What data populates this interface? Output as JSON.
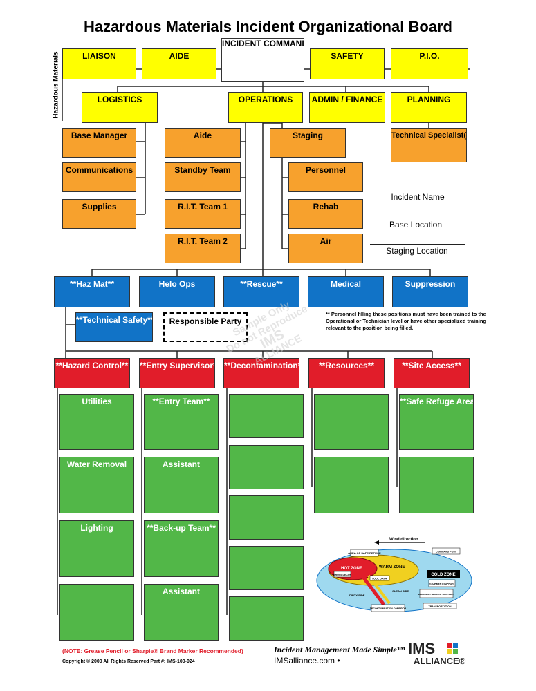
{
  "title": "Hazardous Materials Incident Organizational Board",
  "side_label": "Hazardous Materials",
  "command": {
    "incident_command": "INCIDENT COMMAND",
    "liaison": "LIAISON",
    "aide": "AIDE",
    "safety": "SAFETY",
    "pio": "P.I.O."
  },
  "sections": {
    "logistics": "LOGISTICS",
    "operations": "OPERATIONS",
    "admin_finance": "ADMIN / FINANCE",
    "planning": "PLANNING"
  },
  "logistics_units": [
    "Base Manager",
    "Communications",
    "Supplies"
  ],
  "operations_units": [
    "Aide",
    "Standby Team",
    "R.I.T. Team 1",
    "R.I.T. Team 2"
  ],
  "staging": {
    "label": "Staging",
    "units": [
      "Personnel",
      "Rehab",
      "Air"
    ]
  },
  "planning_units": [
    "Technical Specialist(s)"
  ],
  "fields": [
    "Incident Name",
    "Base Location",
    "Staging Location"
  ],
  "branches": [
    "**Haz Mat**",
    "Helo Ops",
    "**Rescue**",
    "Medical",
    "Suppression"
  ],
  "technical_safety": "**Technical Safety**",
  "responsible_party": "Responsible Party",
  "note": "** Personnel filling these positions must have been trained to the Operational or Technician level or have other specialized training relevant to the position being filled.",
  "watermark": [
    "Sample Only",
    "Do not Reproduce",
    "IMS",
    "ALLIANCE"
  ],
  "groups": [
    "**Hazard Control**",
    "**Entry Supervisor**",
    "**Decontamination**",
    "**Resources**",
    "**Site Access**"
  ],
  "hazard_control_units": [
    "Utilities",
    "Water Removal",
    "Lighting",
    ""
  ],
  "entry_units": [
    "**Entry Team**",
    "Assistant",
    "**Back-up Team**",
    "Assistant"
  ],
  "decon_units": [
    "",
    "",
    "",
    "",
    ""
  ],
  "resources_units": [
    "",
    ""
  ],
  "site_access_units": [
    "**Safe Refuge Area**",
    ""
  ],
  "zone_map": {
    "wind": "Wind direction",
    "area_safe_refuge": "AREA OF SAFE REFUGE",
    "hot_zone": "HOT ZONE",
    "warm_zone": "WARM ZONE",
    "cold_zone": "COLD ZONE",
    "gross_decon": "GROSS DECON",
    "tool_drop": "TOOL DROP",
    "clean_side": "CLEAN SIDE",
    "dirty_side": "DIRTY SIDE",
    "decon_corridor": "DECONTAMINATION CORRIDOR",
    "command_post": "COMMAND POST",
    "equipment_support": "EQUIPMENT SUPPORT",
    "emergency_medical": "EMERGENCY MEDICAL TREATMENT",
    "transportation": "TRANSPORTATION"
  },
  "footer": {
    "note": "(NOTE: Grease Pencil or Sharpie® Brand Marker Recommended)",
    "copyright": "Copyright © 2000     All Rights Reserved     Part #: IMS-100-024",
    "tagline": "Incident Management Made Simple™",
    "website": "IMSalliance.com •",
    "logo_top": "IMS",
    "logo_bottom": "ALLIANCE®"
  },
  "colors": {
    "yellow": "#ffff00",
    "orange": "#f7a12d",
    "blue": "#1173c7",
    "red": "#e11d2a",
    "green": "#52b748"
  }
}
